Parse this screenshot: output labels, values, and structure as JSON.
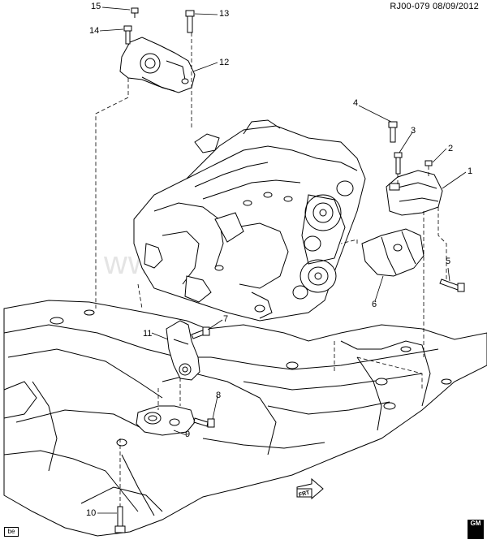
{
  "header": {
    "doc_id": "RJ00-079  08/09/2012"
  },
  "footer": {
    "badge": "be",
    "logo_text": "GM"
  },
  "watermark": "www.gmsk...ru",
  "callouts": {
    "c1": "1",
    "c2": "2",
    "c3": "3",
    "c4": "4",
    "c5": "5",
    "c6": "6",
    "c7": "7",
    "c8": "8",
    "c9": "9",
    "c10": "10",
    "c11": "11",
    "c12": "12",
    "c13": "13",
    "c14": "14",
    "c15": "15"
  },
  "front_arrow": "FRT",
  "colors": {
    "line": "#000000",
    "fill": "#ffffff",
    "shade": "#e6e6e6"
  }
}
